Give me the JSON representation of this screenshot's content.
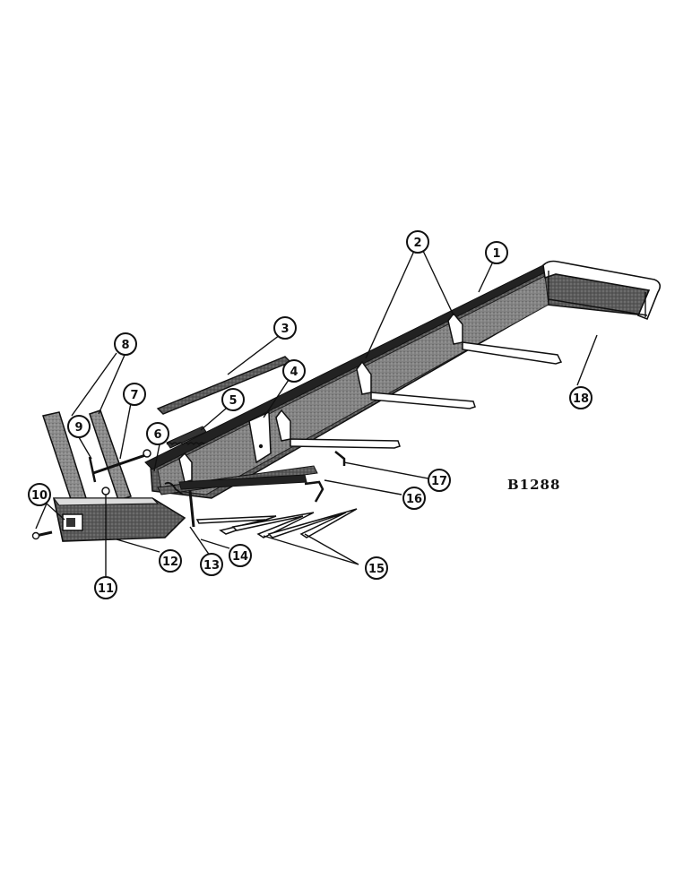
{
  "figure_id": "B1288",
  "callouts": [
    "1",
    "2",
    "3",
    "4",
    "5",
    "6",
    "7",
    "8",
    "9",
    "10",
    "11",
    "12",
    "13",
    "14",
    "15",
    "16",
    "17",
    "18"
  ],
  "colors": {
    "ink": "#111111",
    "trough_dark": "#3a3a3a",
    "trough_mid": "#6b6b6b",
    "trough_light": "#8a8a8a",
    "paper": "#ffffff"
  }
}
